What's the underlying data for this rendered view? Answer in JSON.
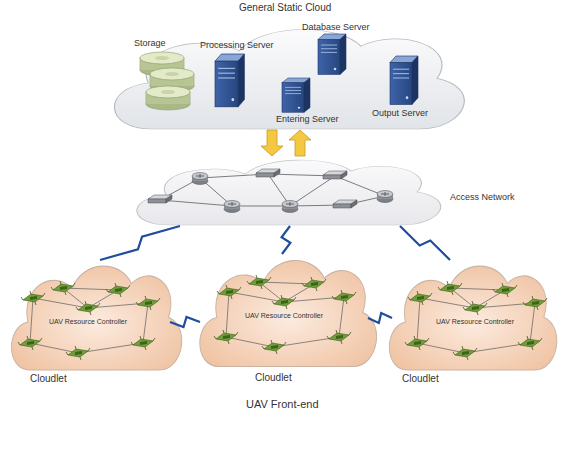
{
  "diagram": {
    "nodes": [
      {
        "text": [
          "General Static Cloud"
        ]
      },
      {
        "text": [
          "Storage"
        ],
        "in": 0
      },
      {
        "text": [
          "Processing Server"
        ],
        "in": 0
      },
      {
        "text": [
          "Database Server"
        ],
        "in": 0
      },
      {
        "text": [
          "Entering Server"
        ],
        "in": 0
      },
      {
        "text": [
          "Output Server"
        ],
        "in": 0
      },
      {
        "text": [
          "Access Network"
        ]
      },
      {
        "text": [
          "Cloudlet"
        ]
      },
      {
        "text": [
          "UAV Resource Controller"
        ],
        "in": 7
      },
      {
        "text": [
          "Cloudlet"
        ]
      },
      {
        "text": [
          "UAV Resource Controller"
        ],
        "in": 9
      },
      {
        "text": [
          "Cloudlet"
        ]
      },
      {
        "text": [
          "UAV Resource Controller"
        ],
        "in": 11
      }
    ],
    "edges": [
      {
        "from": 0,
        "to": 6,
        "arrow": "to"
      },
      {
        "from": 6,
        "to": 0,
        "arrow": "to"
      },
      {
        "from": 6,
        "to": 7,
        "arrow": "none"
      },
      {
        "from": 6,
        "to": 9,
        "arrow": "none"
      },
      {
        "from": 6,
        "to": 11,
        "arrow": "none"
      },
      {
        "from": 7,
        "to": 9,
        "arrow": "none"
      },
      {
        "from": 9,
        "to": 11,
        "arrow": "none"
      }
    ],
    "labels": [
      "UAV Front-end"
    ]
  }
}
